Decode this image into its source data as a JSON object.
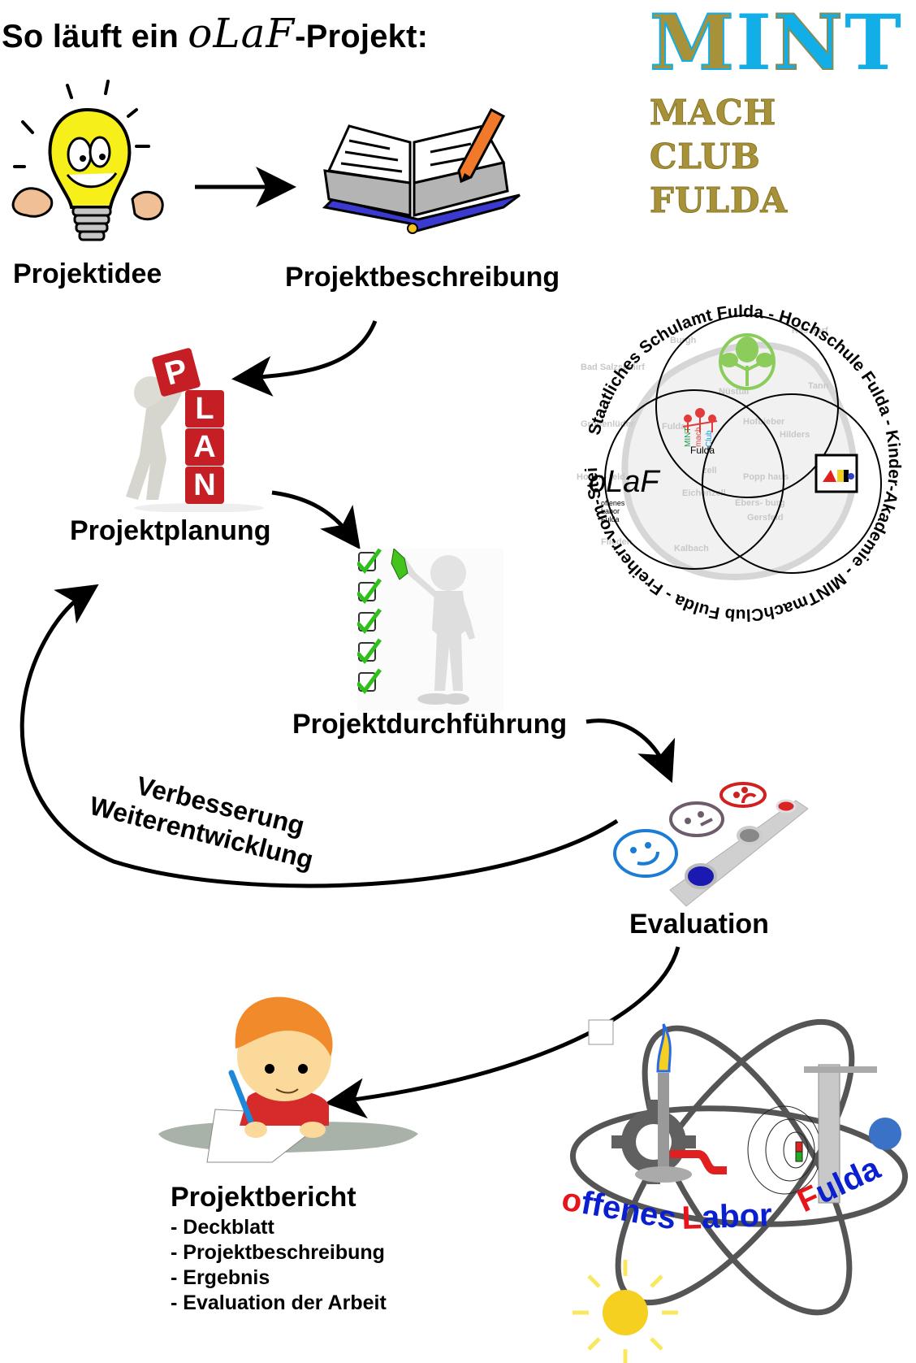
{
  "title": {
    "prefix": "So läuft ein ",
    "brand": "oLaF",
    "suffix": "-Projekt:"
  },
  "mint_logo": {
    "letters": [
      "M",
      "I",
      "N",
      "T"
    ],
    "line2": "MACH CLUB",
    "line3": "FULDA",
    "colors": {
      "gold": "#a7923a",
      "cyan": "#12aee8",
      "olive": "#7f8d5c"
    }
  },
  "steps": {
    "idea": "Projektidee",
    "description": "Projektbeschreibung",
    "planning": "Projektplanung",
    "execution": "Projektdurchführung",
    "evaluation": "Evaluation",
    "report": "Projektbericht"
  },
  "feedback_loop": {
    "line1": "Verbesserung",
    "line2": "Weiterentwicklung"
  },
  "report_items": [
    "- Deckblatt",
    "- Projektbeschreibung",
    "- Ergebnis",
    "- Evaluation der Arbeit"
  ],
  "plan_blocks": [
    "P",
    "L",
    "A",
    "N"
  ],
  "checklist_count": 5,
  "partner_seal": {
    "ring_text": "Staatliches Schulamt Fulda - Hochschule Fulda - Kinder-Akademie - MINTmachClub Fulda - Freiherr-vom-Stein-Schule - ",
    "center_logo": {
      "line1": "MINT",
      "line2": "mach",
      "line3": "Club",
      "line4": "Fulda"
    },
    "olaf_logo": {
      "brand": "oLaF",
      "sub1": "offenes",
      "sub2": "Labor",
      "sub3": "Fulda"
    },
    "map_places": [
      "Burgh",
      "Ras dorf",
      "Bad Salzschlirf",
      "Tann",
      "Nüsttal",
      "Großenlüder",
      "Fulda",
      "Hofbieber",
      "Hilders",
      "Hosen- feld",
      "zell",
      "Popp haus",
      "Eichenzell",
      "Ebers- burg",
      "Gersfeld",
      "Flieden",
      "Kalbach"
    ]
  },
  "lab_logo": {
    "words": [
      {
        "initial": "o",
        "rest": "ffenes"
      },
      {
        "initial": "L",
        "rest": "abor"
      },
      {
        "initial": "F",
        "rest": "ulda"
      }
    ],
    "colors": {
      "initial": "#e8141b",
      "rest": "#0a1fd0"
    }
  }
}
